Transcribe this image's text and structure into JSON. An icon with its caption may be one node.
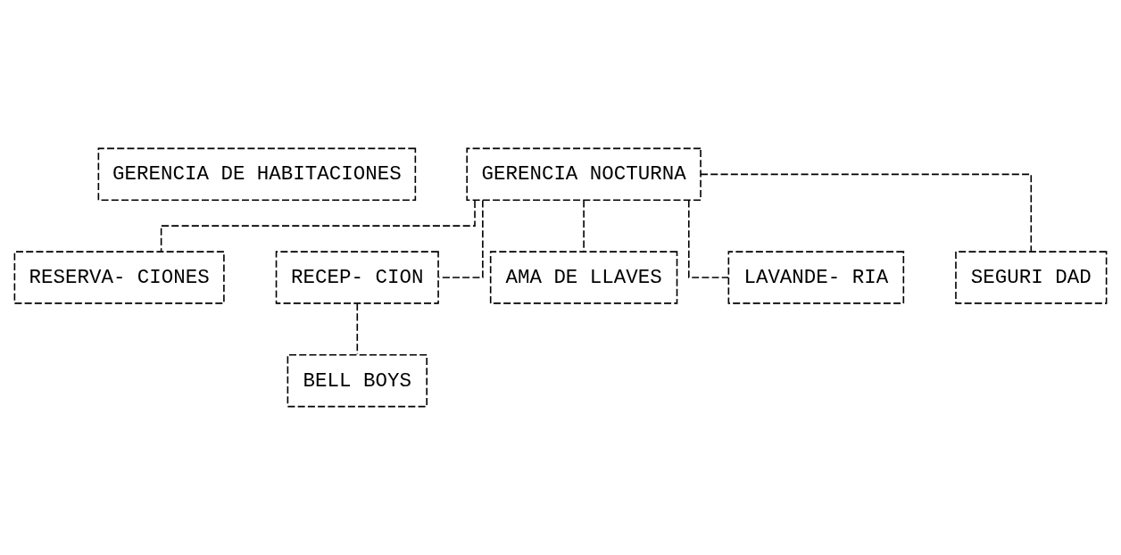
{
  "diagram": {
    "nodes": [
      {
        "text": [
          "GERENCIA DE HABITACIONES"
        ]
      },
      {
        "text": [
          "GERENCIA NOCTURNA"
        ]
      },
      {
        "text": [
          "RESERVA- CIONES"
        ]
      },
      {
        "text": [
          "RECEP- CION"
        ]
      },
      {
        "text": [
          "AMA DE LLAVES"
        ]
      },
      {
        "text": [
          "LAVANDE- RIA"
        ]
      },
      {
        "text": [
          "SEGURI DAD"
        ]
      },
      {
        "text": [
          "BELL BOYS"
        ]
      }
    ],
    "edges": [
      {
        "from": 1,
        "to": 2,
        "arrow": "none"
      },
      {
        "from": 1,
        "to": 3,
        "arrow": "none"
      },
      {
        "from": 1,
        "to": 4,
        "arrow": "none"
      },
      {
        "from": 1,
        "to": 5,
        "arrow": "none"
      },
      {
        "from": 1,
        "to": 6,
        "arrow": "none"
      },
      {
        "from": 3,
        "to": 7,
        "arrow": "none"
      }
    ]
  }
}
